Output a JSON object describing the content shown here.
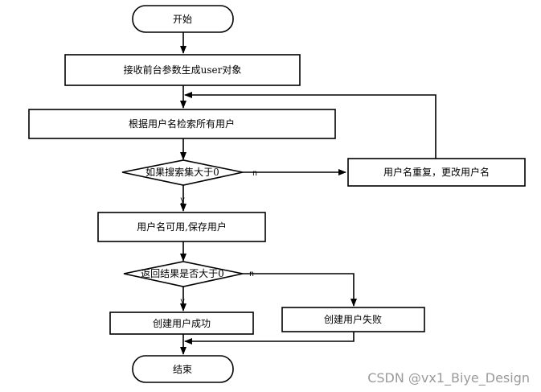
{
  "nodes": {
    "start": "开始",
    "receive": "接收前台参数生成user对象",
    "query": "根据用户名检索所有用户",
    "check_exists": "如果搜索集大于0",
    "duplicate": "用户名重复，更改用户名",
    "available": "用户名可用,保存用户",
    "check_result": "返回结果是否大于0",
    "success": "创建用户成功",
    "failure": "创建用户失败",
    "end": "结束"
  },
  "edges": {
    "exists_no": "n",
    "exists_yes": "y",
    "result_no": "n",
    "result_yes": "y"
  },
  "watermark": "CSDN @vx1_Biye_Design"
}
